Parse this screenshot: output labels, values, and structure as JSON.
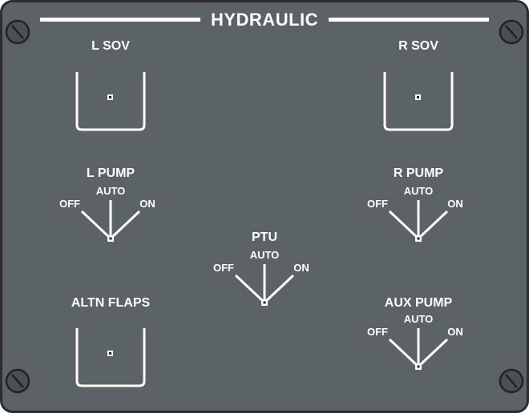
{
  "panel": {
    "title": "HYDRAULIC",
    "colors": {
      "face": "#5b6366",
      "border": "#2a2e30",
      "marking": "#ffffff"
    }
  },
  "controls": {
    "l_sov": {
      "label": "L SOV"
    },
    "r_sov": {
      "label": "R SOV"
    },
    "altn_flaps": {
      "label": "ALTN FLAPS"
    },
    "l_pump": {
      "label": "L PUMP",
      "positions": {
        "off": "OFF",
        "auto": "AUTO",
        "on": "ON"
      }
    },
    "r_pump": {
      "label": "R PUMP",
      "positions": {
        "off": "OFF",
        "auto": "AUTO",
        "on": "ON"
      }
    },
    "ptu": {
      "label": "PTU",
      "positions": {
        "off": "OFF",
        "auto": "AUTO",
        "on": "ON"
      }
    },
    "aux_pump": {
      "label": "AUX PUMP",
      "positions": {
        "off": "OFF",
        "auto": "AUTO",
        "on": "ON"
      }
    }
  },
  "icons": [
    "screw-icon",
    "switch-guard-icon",
    "rotary-selector-icon"
  ]
}
